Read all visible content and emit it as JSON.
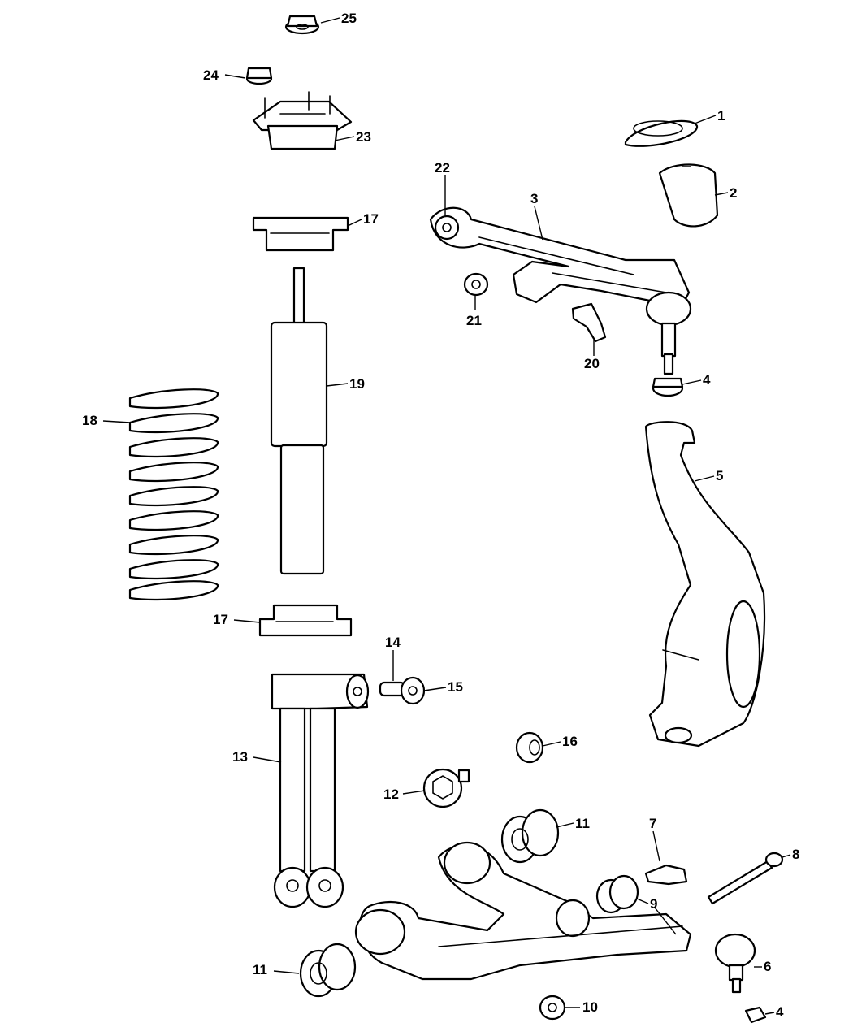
{
  "callouts": {
    "c1": "1",
    "c2": "2",
    "c3": "3",
    "c4a": "4",
    "c4b": "4",
    "c5": "5",
    "c6": "6",
    "c7": "7",
    "c8": "8",
    "c9": "9",
    "c10": "10",
    "c11a": "11",
    "c11b": "11",
    "c12": "12",
    "c13": "13",
    "c14": "14",
    "c15": "15",
    "c16": "16",
    "c17a": "17",
    "c17b": "17",
    "c18": "18",
    "c19": "19",
    "c20": "20",
    "c21": "21",
    "c22": "22",
    "c23": "23",
    "c24": "24",
    "c25": "25"
  },
  "colors": {
    "line": "#000000",
    "background": "#ffffff"
  }
}
